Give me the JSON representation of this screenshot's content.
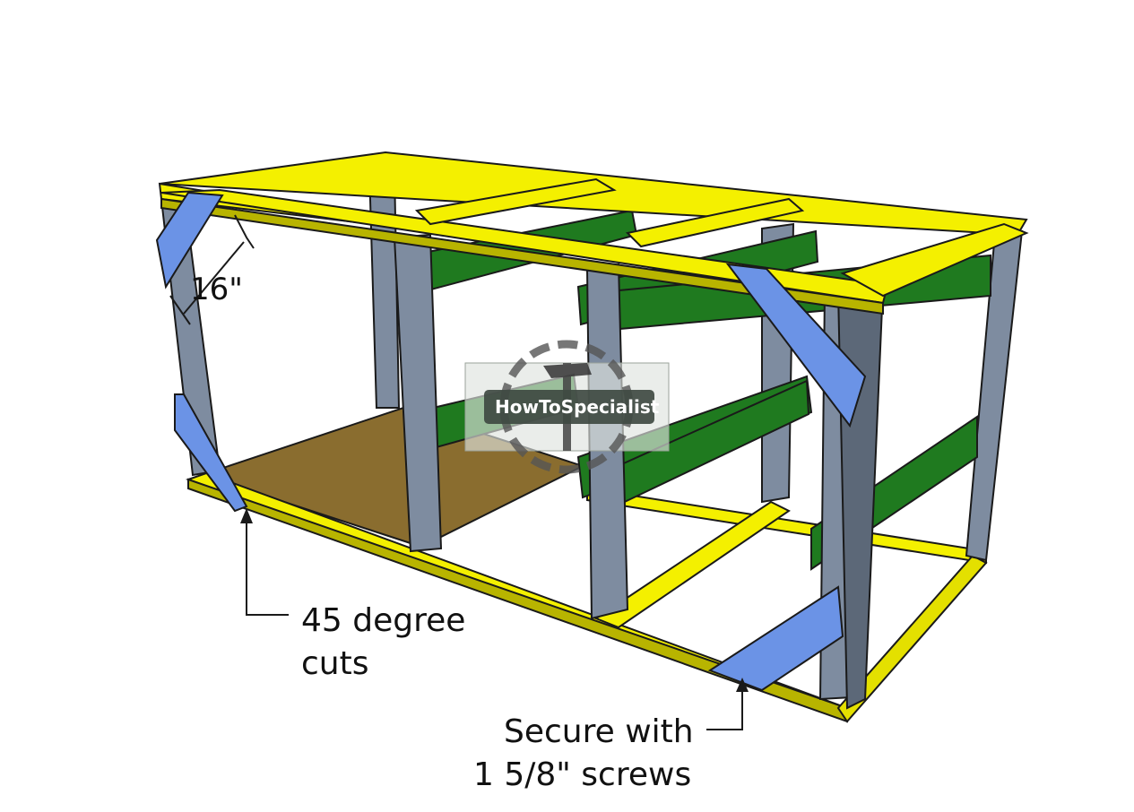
{
  "labels": {
    "dimension": "16\"",
    "cuts_line1": "45 degree",
    "cuts_line2": "cuts",
    "secure_line1": "Secure with",
    "secure_line2": "1 5/8\" screws"
  },
  "watermark": {
    "text": "HowToSpecialist",
    "icon": "hammer-icon"
  },
  "colors": {
    "frame_yellow": "#f4f000",
    "frame_yellow_dark": "#b8b400",
    "post_gray": "#7e8ca0",
    "post_gray_dark": "#5c6878",
    "shelf_green": "#1f7a1f",
    "shelf_green_dark": "#0f4f0f",
    "brace_blue": "#6b93e6",
    "brace_blue_dark": "#3f63b0",
    "plywood": "#8a6d2f",
    "outline": "#1a1a1a"
  }
}
